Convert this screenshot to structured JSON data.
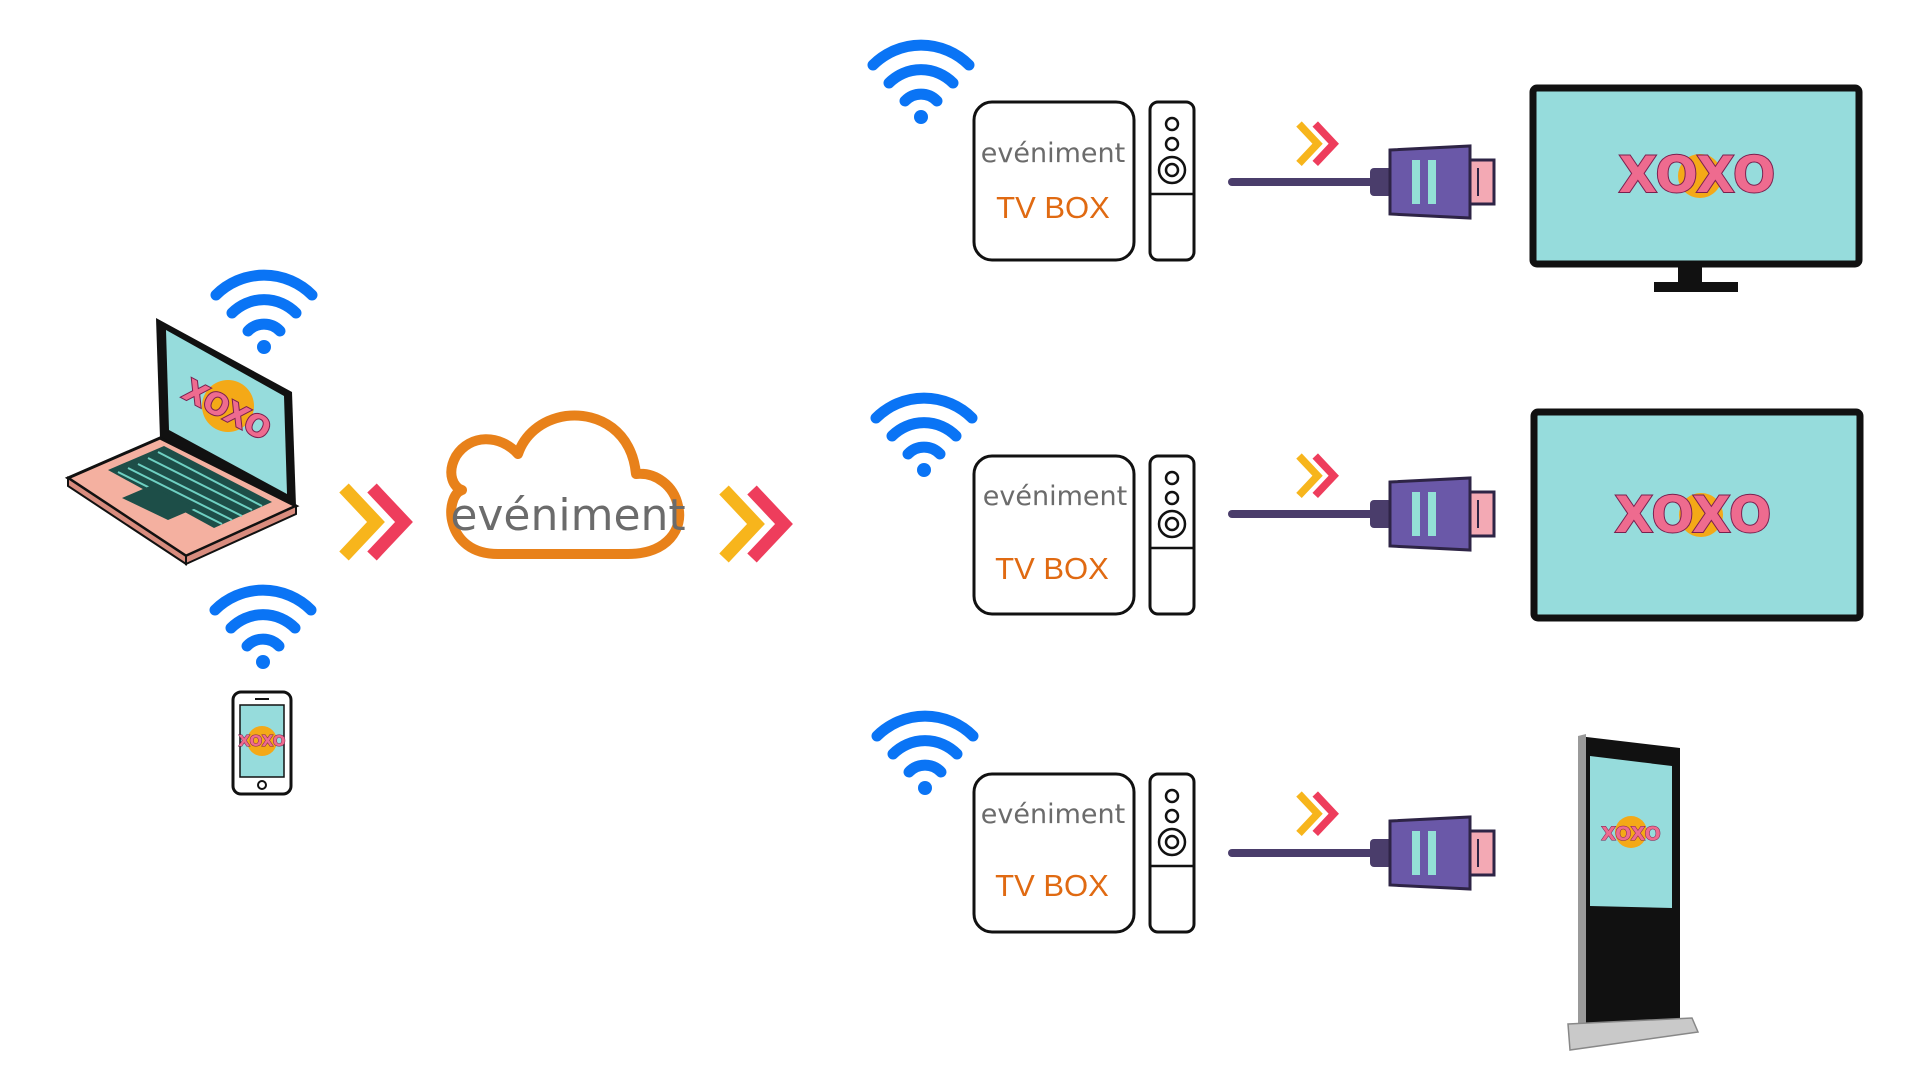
{
  "colors": {
    "wifi": "#0a74f5",
    "cloud": "#e8811a",
    "brand_text": "#6b6b6b",
    "tvbox_text": "#e06a12",
    "screen": "#96dcdc",
    "logo_circle": "#f4a917",
    "logo_text": "#ee6b8f",
    "logo_outline": "#7a1f4f",
    "chevron_yellow": "#f7b51c",
    "chevron_red": "#ee3d5c",
    "cable": "#4a3d6b",
    "connector": "#6a58a8",
    "laptop_body": "#f4b0a0"
  },
  "sources": {
    "laptop_logo": "XOXO",
    "phone_logo": "XOXO"
  },
  "cloud": {
    "label": "evéniment"
  },
  "boxes": [
    {
      "brand": "evéniment",
      "product": "TV BOX"
    },
    {
      "brand": "evéniment",
      "product": "TV BOX"
    },
    {
      "brand": "evéniment",
      "product": "TV BOX"
    }
  ],
  "displays": [
    {
      "type": "tv",
      "logo": "XOXO"
    },
    {
      "type": "monitor",
      "logo": "XOXO"
    },
    {
      "type": "kiosk",
      "logo": "XOXO"
    }
  ],
  "icons": {
    "wifi": "wifi-icon",
    "arrow": "double-chevron-icon",
    "hdmi": "hdmi-cable-icon",
    "remote": "remote-icon"
  }
}
